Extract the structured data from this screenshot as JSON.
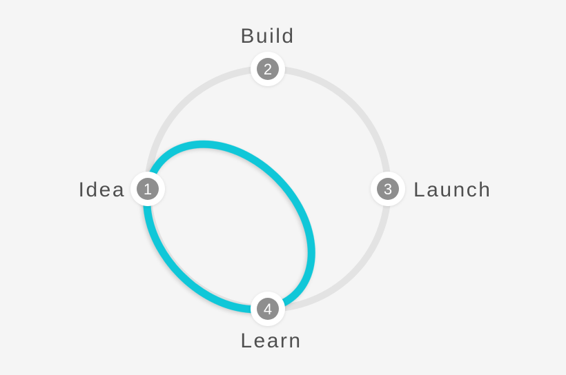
{
  "diagram": {
    "name": "idea-build-launch-learn-cycle",
    "steps": [
      {
        "number": "1",
        "label": "Idea"
      },
      {
        "number": "2",
        "label": "Build"
      },
      {
        "number": "3",
        "label": "Launch"
      },
      {
        "number": "4",
        "label": "Learn"
      }
    ]
  },
  "colors": {
    "background": "#f5f5f5",
    "track": "#e3e3e3",
    "accent": "#10c7d8",
    "node_fill": "#8e8e8e",
    "node_ring": "#ffffff",
    "number_text": "#ffffff",
    "label_text": "#4f4f4f"
  }
}
